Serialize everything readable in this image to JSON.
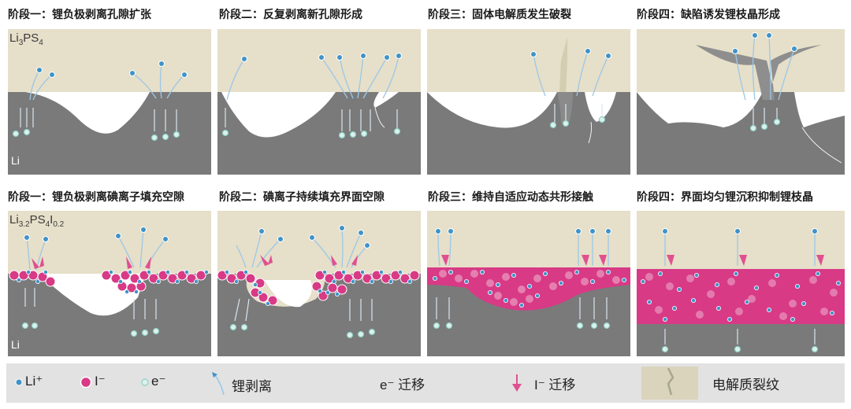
{
  "row1": {
    "titles": [
      "阶段一：锂负极剥离孔隙扩张",
      "阶段二：反复剥离新孔隙形成",
      "阶段三：固体电解质发生破裂",
      "阶段四：缺陷诱发锂枝晶形成"
    ],
    "electrolyte": {
      "base": "Li",
      "sub1": "3",
      "mid": "PS",
      "sub2": "4"
    },
    "anode": "Li"
  },
  "row2": {
    "titles": [
      "阶段一：锂负极剥离碘离子填充空隙",
      "阶段二：碘离子持续填充界面空隙",
      "阶段三：维持自适应动态共形接触",
      "阶段四：界面均匀锂沉积抑制锂枝晶"
    ],
    "electrolyte": {
      "base": "Li",
      "sub1": "3.2",
      "mid": "PS",
      "sub2": "4",
      "mid2": "I",
      "sub3": "0.2"
    },
    "anode": "Li"
  },
  "legend": {
    "li_ion": "Li⁺",
    "i_ion": "I⁻",
    "electron": "e⁻",
    "li_strip": "锂剥离",
    "e_migration": "e⁻ 迁移",
    "i_migration": "I⁻ 迁移",
    "crack": "电解质裂纹"
  },
  "colors": {
    "electrolyte": "#e6dfc9",
    "lithium": "#7a7a7a",
    "pore": "#ffffff",
    "li_ion": "#3f93c8",
    "iodide": "#d83a86",
    "arrow": "#e05090"
  }
}
